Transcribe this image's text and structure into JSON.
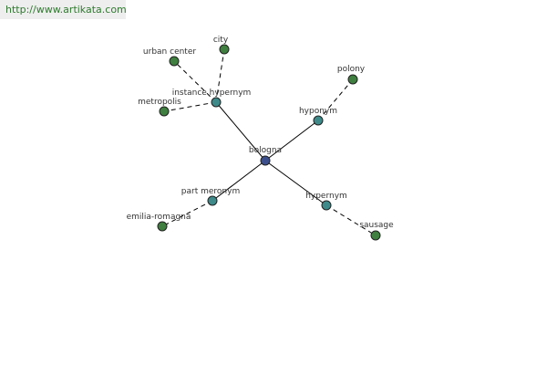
{
  "watermark": "http://www.artikata.com",
  "colors": {
    "center": "#3c4f8c",
    "relation": "#3e8a8a",
    "leaf": "#3f7f3f"
  },
  "graph": {
    "nodes": [
      {
        "id": "bologna",
        "label": "bologna",
        "kind": "center"
      },
      {
        "id": "instance-hypernym",
        "label": "instance hypernym",
        "kind": "relation"
      },
      {
        "id": "hyponym",
        "label": "hyponym",
        "kind": "relation"
      },
      {
        "id": "part-meronym",
        "label": "part meronym",
        "kind": "relation"
      },
      {
        "id": "hypernym",
        "label": "hypernym",
        "kind": "relation"
      },
      {
        "id": "urban-center",
        "label": "urban center",
        "kind": "leaf"
      },
      {
        "id": "city",
        "label": "city",
        "kind": "leaf"
      },
      {
        "id": "metropolis",
        "label": "metropolis",
        "kind": "leaf"
      },
      {
        "id": "polony",
        "label": "polony",
        "kind": "leaf"
      },
      {
        "id": "emilia-romagna",
        "label": "emilia-romagna",
        "kind": "leaf"
      },
      {
        "id": "sausage",
        "label": "sausage",
        "kind": "leaf"
      }
    ],
    "edges": [
      {
        "from": "bologna",
        "to": "instance-hypernym",
        "style": "solid"
      },
      {
        "from": "bologna",
        "to": "hyponym",
        "style": "solid"
      },
      {
        "from": "bologna",
        "to": "part-meronym",
        "style": "solid"
      },
      {
        "from": "bologna",
        "to": "hypernym",
        "style": "solid"
      },
      {
        "from": "instance-hypernym",
        "to": "urban-center",
        "style": "dashed"
      },
      {
        "from": "instance-hypernym",
        "to": "city",
        "style": "dashed"
      },
      {
        "from": "instance-hypernym",
        "to": "metropolis",
        "style": "dashed"
      },
      {
        "from": "hyponym",
        "to": "polony",
        "style": "dashed"
      },
      {
        "from": "part-meronym",
        "to": "emilia-romagna",
        "style": "dashed"
      },
      {
        "from": "hypernym",
        "to": "sausage",
        "style": "dashed"
      }
    ]
  }
}
